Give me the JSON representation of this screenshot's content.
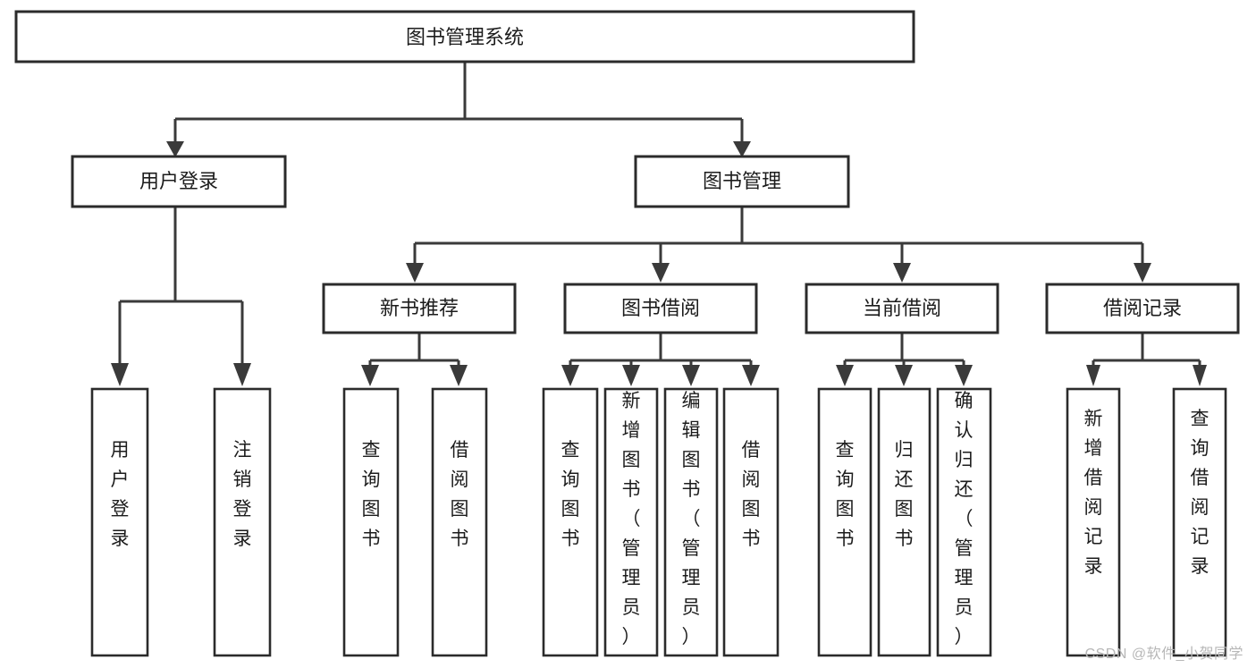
{
  "diagram": {
    "type": "tree-hierarchy",
    "title": "图书管理系统",
    "orientation": "top-down",
    "colors": {
      "background": "#ffffff",
      "box_border": "#2b2b2b",
      "box_fill": "#ffffff",
      "connector": "#3a3a3a",
      "text": "#1c1c1c",
      "watermark": "#b7b7b7"
    },
    "root": {
      "label": "图书管理系统"
    },
    "level2": [
      {
        "id": "user-login",
        "label": "用户登录"
      },
      {
        "id": "book-management",
        "label": "图书管理"
      }
    ],
    "level3": [
      {
        "id": "new-book-recommend",
        "label": "新书推荐",
        "parent": "book-management"
      },
      {
        "id": "book-borrow",
        "label": "图书借阅",
        "parent": "book-management"
      },
      {
        "id": "current-borrow",
        "label": "当前借阅",
        "parent": "book-management"
      },
      {
        "id": "borrow-record",
        "label": "借阅记录",
        "parent": "book-management"
      }
    ],
    "leaves": {
      "user-login": [
        {
          "id": "leaf-user-login",
          "label": "用户登录"
        },
        {
          "id": "leaf-user-logout",
          "label": "注销登录"
        }
      ],
      "new-book-recommend": [
        {
          "id": "leaf-query-book-1",
          "label": "查询图书"
        },
        {
          "id": "leaf-borrow-book-1",
          "label": "借阅图书"
        }
      ],
      "book-borrow": [
        {
          "id": "leaf-query-book-2",
          "label": "查询图书"
        },
        {
          "id": "leaf-add-book",
          "label": "新增图书（管理员）"
        },
        {
          "id": "leaf-edit-book",
          "label": "编辑图书（管理员）"
        },
        {
          "id": "leaf-borrow-book-2",
          "label": "借阅图书"
        }
      ],
      "current-borrow": [
        {
          "id": "leaf-query-book-3",
          "label": "查询图书"
        },
        {
          "id": "leaf-return-book",
          "label": "归还图书"
        },
        {
          "id": "leaf-confirm-return",
          "label": "确认归还（管理员）"
        }
      ],
      "borrow-record": [
        {
          "id": "leaf-add-record",
          "label": "新增借阅记录"
        },
        {
          "id": "leaf-query-record",
          "label": "查询借阅记录"
        }
      ]
    }
  },
  "watermark": {
    "text": "CSDN @软件_小贺同学"
  }
}
